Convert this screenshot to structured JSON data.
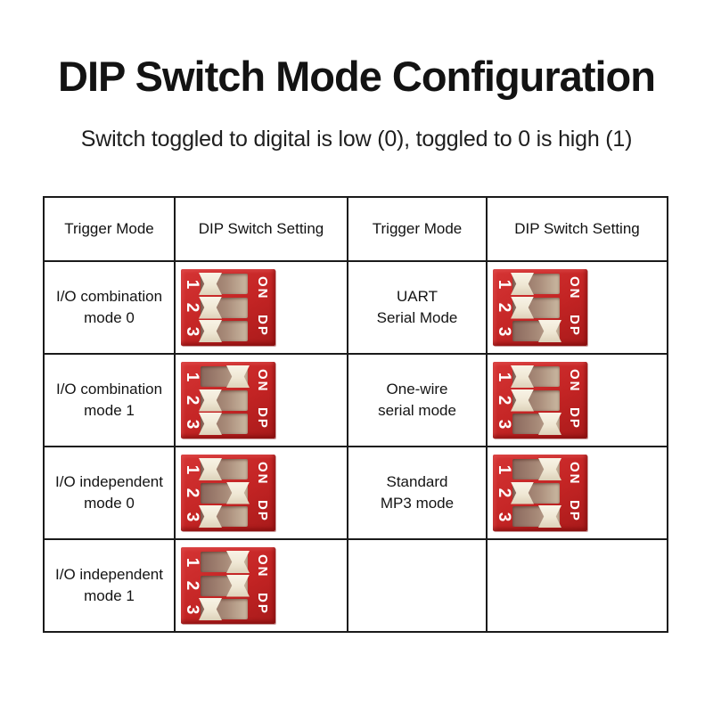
{
  "page": {
    "title": "DIP Switch Mode Configuration",
    "subtitle": "Switch toggled to digital is low (0), toggled to 0 is high (1)"
  },
  "colors": {
    "dip_body_red": "#c32424",
    "dip_track": "#a98c7a",
    "dip_knob": "#efe7d4",
    "table_border": "#1a1a1a",
    "text": "#141414",
    "background": "#ffffff"
  },
  "dip_switch": {
    "numbers": [
      "1",
      "2",
      "3"
    ],
    "on_label": "ON",
    "dp_label": "DP",
    "note": "knob side: left = toward position numbers, right = toward ON/DP marking"
  },
  "table": {
    "headers": [
      "Trigger Mode",
      "DIP Switch Setting",
      "Trigger Mode",
      "DIP Switch Setting"
    ],
    "rows": [
      {
        "left_label": "I/O combination\nmode 0",
        "left_switches": [
          "left",
          "left",
          "left"
        ],
        "right_label": "UART\nSerial Mode",
        "right_switches": [
          "left",
          "left",
          "right"
        ]
      },
      {
        "left_label": "I/O combination\nmode 1",
        "left_switches": [
          "right",
          "left",
          "left"
        ],
        "right_label": "One-wire\nserial mode",
        "right_switches": [
          "left",
          "left",
          "right"
        ]
      },
      {
        "left_label": "I/O independent\nmode 0",
        "left_switches": [
          "left",
          "right",
          "left"
        ],
        "right_label": "Standard\nMP3 mode",
        "right_switches": [
          "right",
          "left",
          "right"
        ]
      },
      {
        "left_label": "I/O independent\nmode 1",
        "left_switches": [
          "right",
          "right",
          "left"
        ],
        "right_label": "",
        "right_switches": null
      }
    ]
  }
}
